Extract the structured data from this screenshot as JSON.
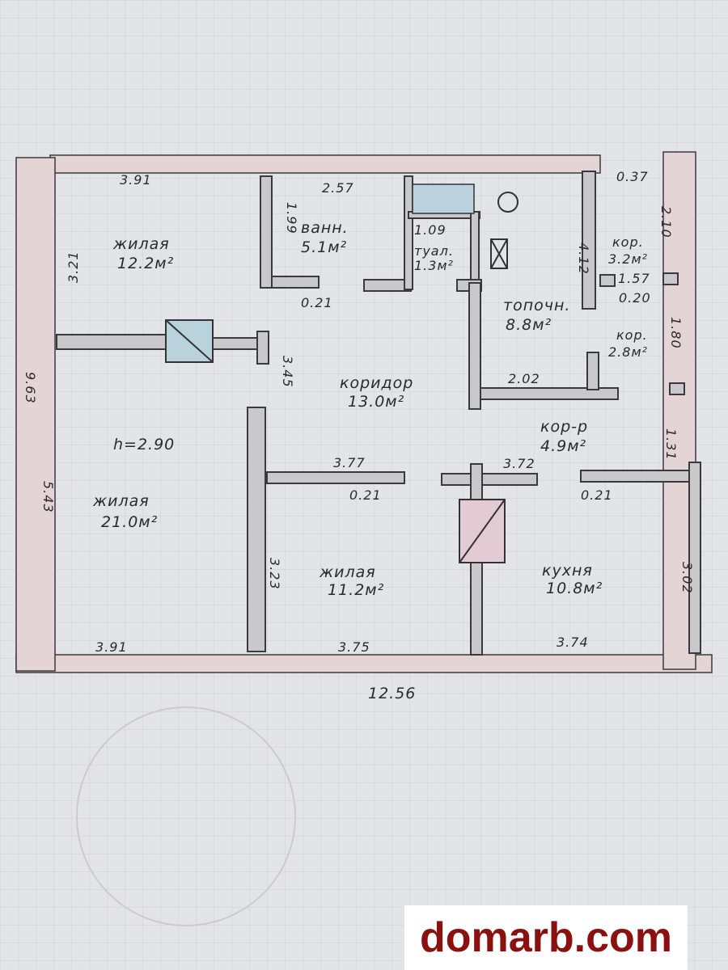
{
  "rooms": [
    {
      "name": "жилая",
      "area": "12.2м²"
    },
    {
      "name": "ванн.",
      "area": "5.1м²"
    },
    {
      "name": "туал.",
      "area": "1.3м²"
    },
    {
      "name": "кор.",
      "area": "3.2м²"
    },
    {
      "name": "топочн.",
      "area": "8.8м²"
    },
    {
      "name": "кор.",
      "area": "2.8м²"
    },
    {
      "name": "коридор",
      "area": "13.0м²"
    },
    {
      "name": "кор-р",
      "area": "4.9м²"
    },
    {
      "name": "жилая",
      "area": "21.0м²"
    },
    {
      "name": "жилая",
      "area": "11.2м²"
    },
    {
      "name": "кухня",
      "area": "10.8м²"
    }
  ],
  "ceiling_height": "h=2.90",
  "dimensions": {
    "top_left": "3.91",
    "top_mid": "2.57",
    "top_right": "0.37",
    "left_upper": "3.21",
    "bath_wall": "1.99",
    "toilet_w": "1.09",
    "topoch_wall": "4.12",
    "kor_side": "2.10",
    "kor_w": "1.57",
    "wall_a": "0.21",
    "wall_b": "0.20",
    "kor2_side": "1.80",
    "corr_wall": "3.45",
    "topoch_w": "2.02",
    "total_height": "9.63",
    "korr_side": "1.31",
    "room_w1": "3.77",
    "room_w2": "3.72",
    "left_lower": "5.43",
    "wall_c": "0.21",
    "wall_d": "0.21",
    "liv_wall": "3.23",
    "kitchen_side": "3.02",
    "bottom_left": "3.91",
    "bottom_mid": "3.75",
    "bottom_right": "3.74",
    "total_width": "12.56"
  },
  "watermark": "domarb.com"
}
